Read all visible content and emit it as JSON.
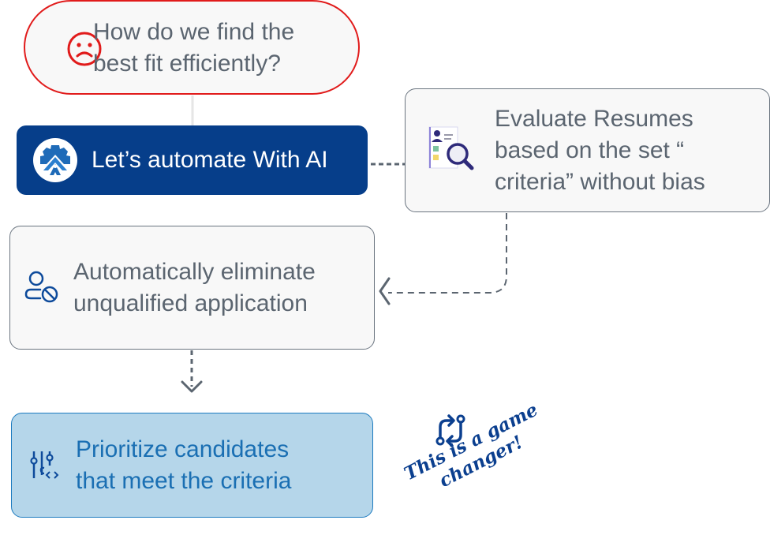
{
  "diagram": {
    "question": {
      "line1": "How do we find the",
      "line2": "best fit efficiently?",
      "icon": "sad-face-icon",
      "border_color": "#e11b1b"
    },
    "automate": {
      "label": "Let’s automate With AI",
      "icon": "ai-gear-logo-icon",
      "background_color": "#063e8a"
    },
    "evaluate": {
      "line1": "Evaluate Resumes",
      "line2": "based on the set “",
      "line3": "criteria” without bias",
      "icon": "resume-search-icon"
    },
    "eliminate": {
      "line1": "Automatically eliminate",
      "line2": "unqualified application",
      "icon": "user-blocked-icon"
    },
    "prioritize": {
      "line1": "Prioritize candidates",
      "line2": "that meet the criteria",
      "icon": "filter-sliders-code-icon",
      "background_color": "#b5d6ea"
    },
    "annotation": {
      "line1": "This is a game",
      "line2": "changer!",
      "icon": "swap-arrows-icon",
      "color": "#0b3f8f"
    }
  }
}
